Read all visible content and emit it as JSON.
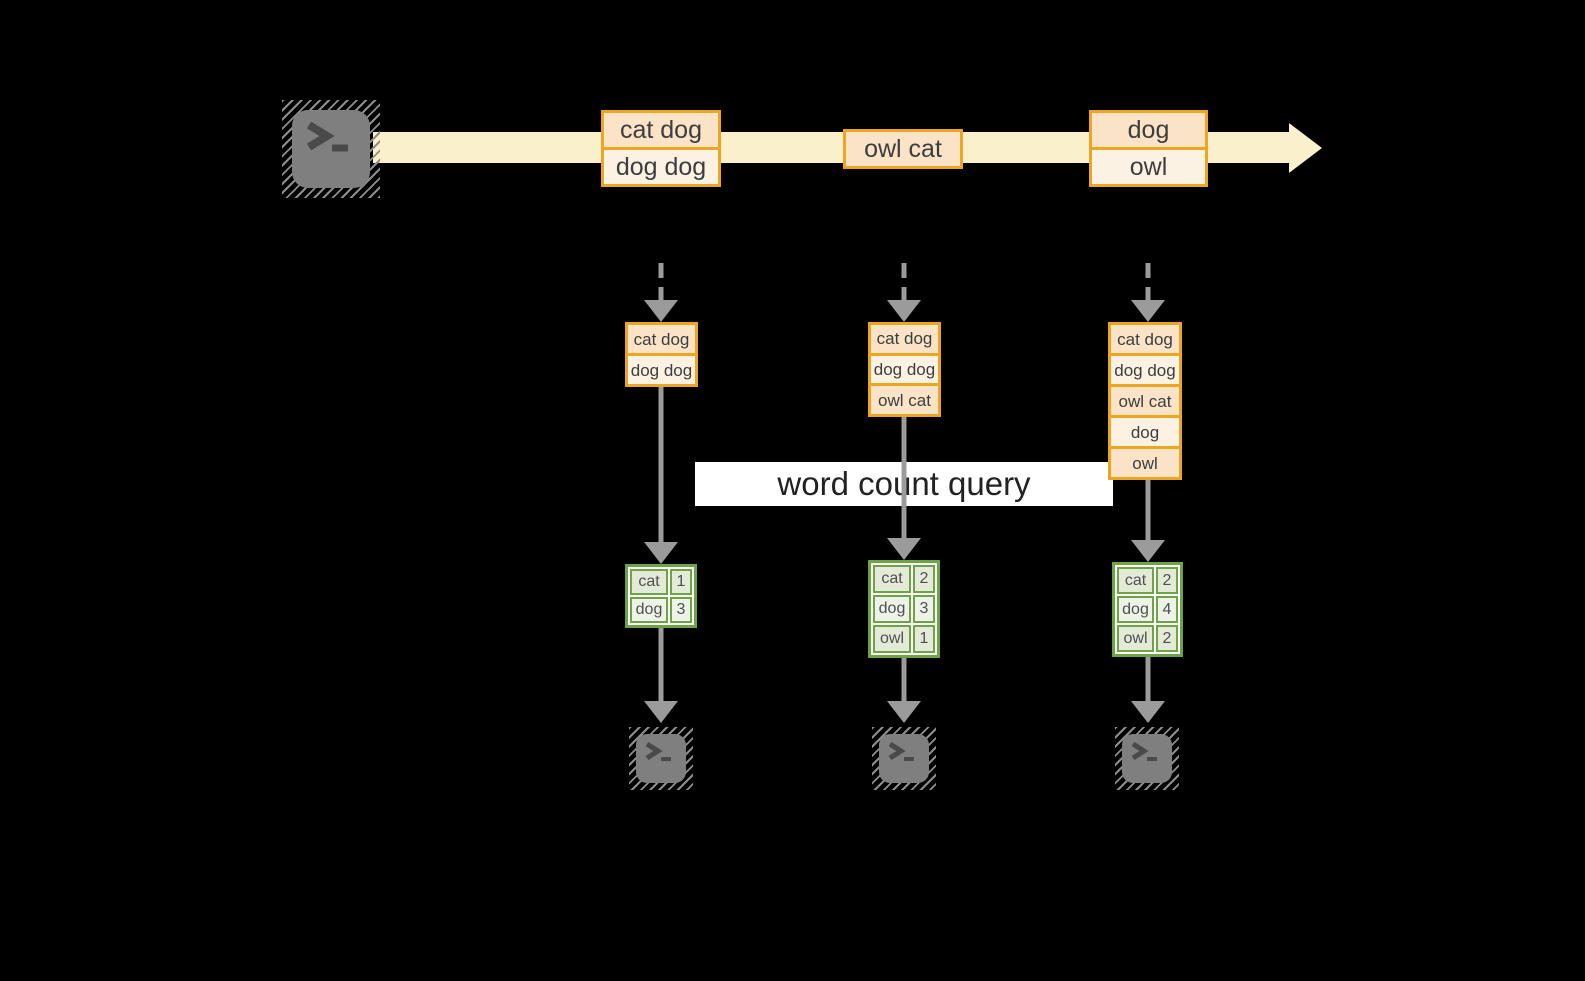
{
  "query_label": "word count query",
  "icons": {
    "source": "terminal-icon",
    "sink": "terminal-icon"
  },
  "colors": {
    "background": "#000000",
    "stream_band": "#FAF0CC",
    "box_border_amber": "#EDA61F",
    "box_fill_peach": "#FAE3C7",
    "box_fill_cream": "#FCF2E3",
    "table_border_green": "#6DA444",
    "table_cell_sage": "#E3EBD8",
    "table_cell_light": "#EEF3EA",
    "arrow_gray": "#9B9B9B",
    "terminal_gray": "#7F7F7F",
    "query_label_bg": "#FFFFFF"
  },
  "stream": {
    "events": [
      {
        "lines": [
          "cat dog",
          "dog dog"
        ]
      },
      {
        "lines": [
          "owl cat"
        ]
      },
      {
        "lines": [
          "dog",
          "owl"
        ]
      }
    ]
  },
  "columns": [
    {
      "state": [
        "cat dog",
        "dog dog"
      ],
      "result": [
        [
          "cat",
          "1"
        ],
        [
          "dog",
          "3"
        ]
      ]
    },
    {
      "state": [
        "cat dog",
        "dog dog",
        "owl cat"
      ],
      "result": [
        [
          "cat",
          "2"
        ],
        [
          "dog",
          "3"
        ],
        [
          "owl",
          "1"
        ]
      ]
    },
    {
      "state": [
        "cat dog",
        "dog dog",
        "owl cat",
        "dog",
        "owl"
      ],
      "result": [
        [
          "cat",
          "2"
        ],
        [
          "dog",
          "4"
        ],
        [
          "owl",
          "2"
        ]
      ]
    }
  ]
}
